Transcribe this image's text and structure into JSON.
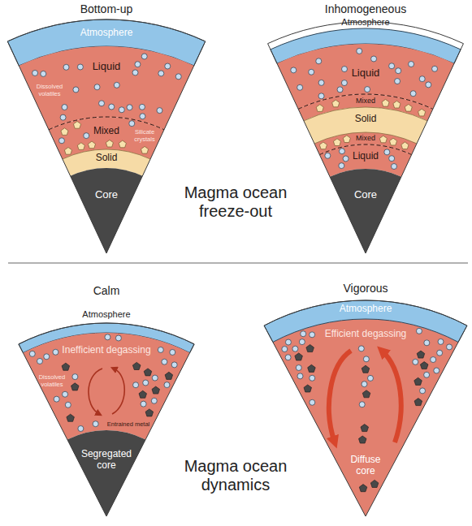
{
  "diagram": {
    "nodes": [
      {
        "text": [
          "Bottom-up"
        ]
      },
      {
        "text": [
          "Atmosphere"
        ],
        "in": 0
      },
      {
        "text": [
          "Liquid",
          "Dissolved volatiles"
        ],
        "in": 0
      },
      {
        "text": [
          "Mixed",
          "Silicate crystals"
        ],
        "in": 0
      },
      {
        "text": [
          "Solid"
        ],
        "in": 0
      },
      {
        "text": [
          "Core"
        ],
        "in": 0
      },
      {
        "text": [
          "Inhomogeneous"
        ]
      },
      {
        "text": [
          "Atmosphere"
        ],
        "in": 6
      },
      {
        "text": [
          "Liquid"
        ],
        "in": 6
      },
      {
        "text": [
          "Mixed"
        ],
        "in": 6
      },
      {
        "text": [
          "Solid"
        ],
        "in": 6
      },
      {
        "text": [
          "Mixed"
        ],
        "in": 6
      },
      {
        "text": [
          "Liquid"
        ],
        "in": 6
      },
      {
        "text": [
          "Core"
        ],
        "in": 6
      },
      {
        "text": [
          "Calm"
        ]
      },
      {
        "text": [
          "Atmosphere"
        ],
        "in": 14
      },
      {
        "text": [
          "Inefficient degassing",
          "Dissolved volatiles",
          "Entrained metal"
        ],
        "in": 14
      },
      {
        "text": [
          "Segregated core"
        ],
        "in": 14
      },
      {
        "text": [
          "Vigorous"
        ]
      },
      {
        "text": [
          "Atmosphere"
        ],
        "in": 18
      },
      {
        "text": [
          "Efficient degassing"
        ],
        "in": 18
      },
      {
        "text": [
          "Diffuse core"
        ],
        "in": 18
      }
    ],
    "labels": [
      "Magma ocean freeze-out",
      "Magma ocean dynamics"
    ]
  }
}
